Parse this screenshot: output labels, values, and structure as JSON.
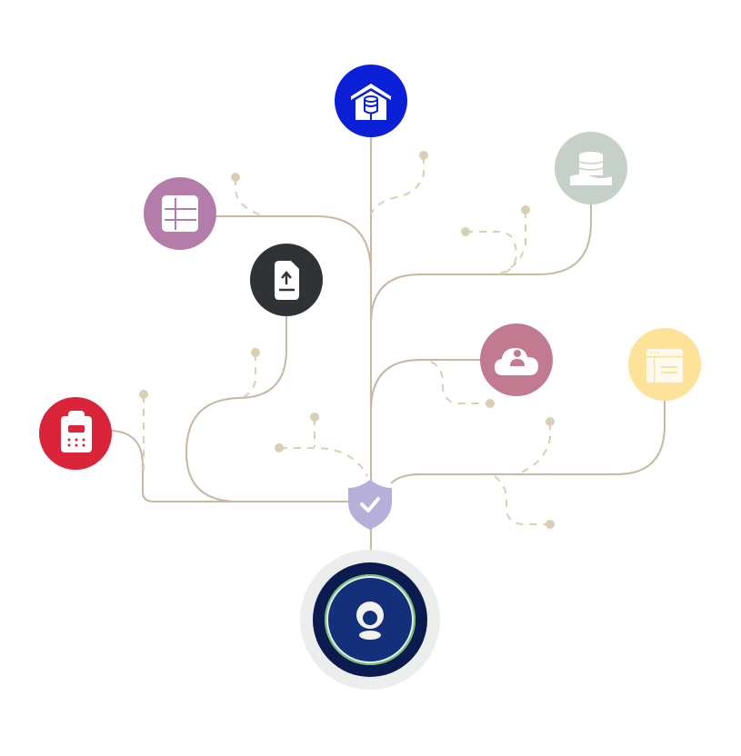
{
  "diagram": {
    "nodes": [
      {
        "id": "warehouse",
        "icon": "database-warehouse-icon",
        "color": "#0b1fd6"
      },
      {
        "id": "table",
        "icon": "table-grid-icon",
        "color": "#b47ca8"
      },
      {
        "id": "upload",
        "icon": "file-upload-icon",
        "color": "#303336"
      },
      {
        "id": "pos",
        "icon": "payment-terminal-icon",
        "color": "#d9243a"
      },
      {
        "id": "datalake",
        "icon": "data-lake-icon",
        "color": "#c5d0c8"
      },
      {
        "id": "cloud-user",
        "icon": "cloud-user-icon",
        "color": "#c27a90"
      },
      {
        "id": "browser",
        "icon": "browser-window-icon",
        "color": "#fde39a"
      },
      {
        "id": "security",
        "icon": "shield-check-icon",
        "color": "#b5b0d9"
      },
      {
        "id": "user",
        "icon": "user-profile-icon",
        "color": "#0b1a4f"
      }
    ],
    "line_color": "#c5b9a3",
    "dash_color": "#d9cfb3"
  }
}
